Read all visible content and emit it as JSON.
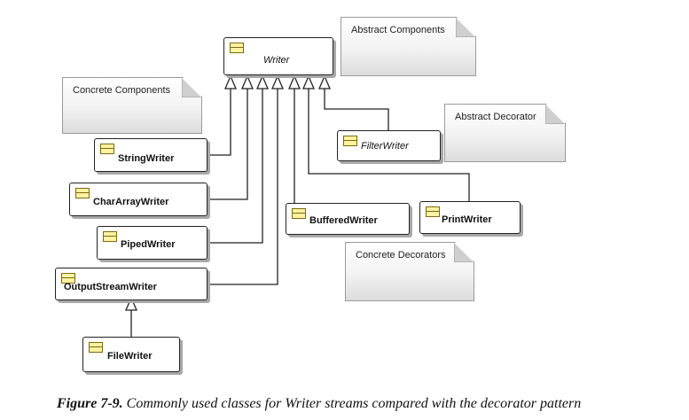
{
  "notes": {
    "abstract_components": "Abstract Components",
    "concrete_components": "Concrete Components",
    "abstract_decorator": "Abstract Decorator",
    "concrete_decorators": "Concrete Decorators"
  },
  "classes": {
    "writer": "Writer",
    "string_writer": "StringWriter",
    "char_array_writer": "CharArrayWriter",
    "piped_writer": "PipedWriter",
    "output_stream_writer": "OutputStreamWriter",
    "file_writer": "FileWriter",
    "filter_writer": "FilterWriter",
    "buffered_writer": "BufferedWriter",
    "print_writer": "PrintWriter"
  },
  "caption": {
    "number": "Figure 7-9.",
    "text": "Commonly used classes for Writer streams compared with the decorator pattern"
  }
}
